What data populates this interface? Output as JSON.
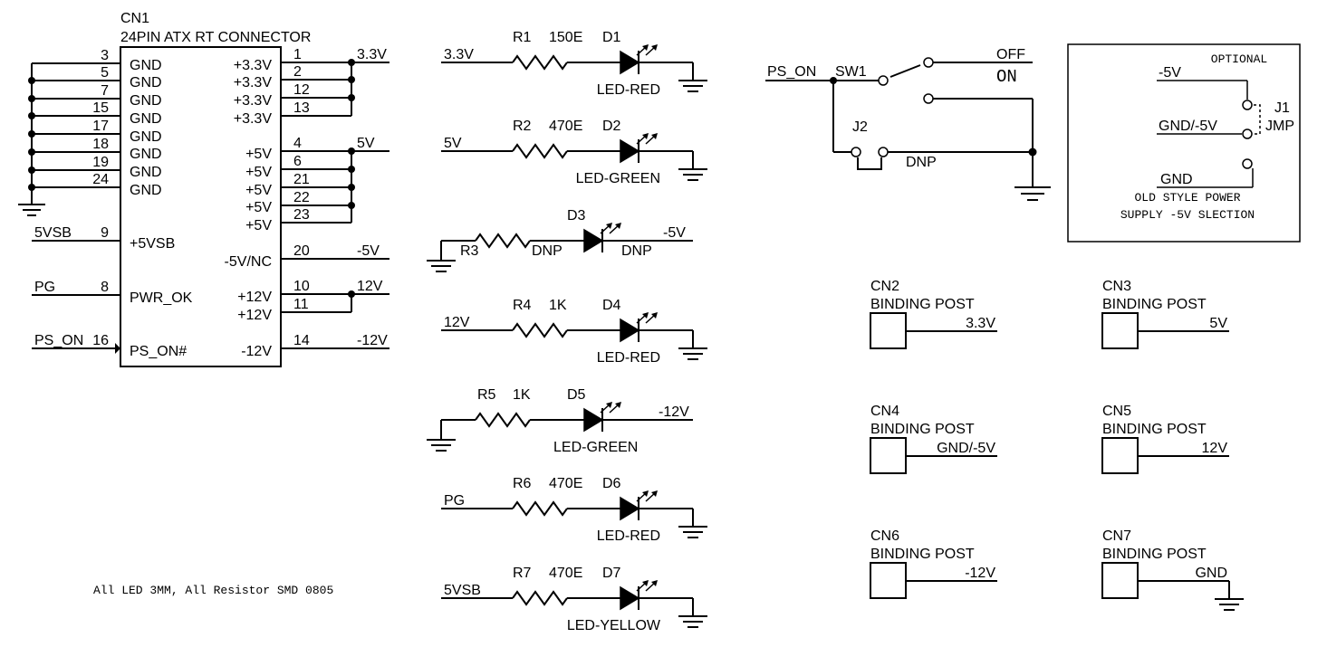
{
  "connector": {
    "refdes": "CN1",
    "name": "24PIN ATX RT CONNECTOR",
    "left_pins": [
      {
        "num": "3",
        "label": "GND"
      },
      {
        "num": "5",
        "label": "GND"
      },
      {
        "num": "7",
        "label": "GND"
      },
      {
        "num": "15",
        "label": "GND"
      },
      {
        "num": "17",
        "label": "GND"
      },
      {
        "num": "18",
        "label": "GND"
      },
      {
        "num": "19",
        "label": "GND"
      },
      {
        "num": "24",
        "label": "GND"
      }
    ],
    "pin_5vsb": {
      "num": "9",
      "label": "+5VSB",
      "net": "5VSB"
    },
    "pin_pg": {
      "num": "8",
      "label": "PWR_OK",
      "net": "PG"
    },
    "pin_pson": {
      "num": "16",
      "label": "PS_ON#",
      "net": "PS_ON"
    },
    "right_pins": [
      {
        "num": "1",
        "label": "+3.3V"
      },
      {
        "num": "2",
        "label": "+3.3V"
      },
      {
        "num": "12",
        "label": "+3.3V"
      },
      {
        "num": "13",
        "label": "+3.3V"
      },
      {
        "num": "4",
        "label": "+5V"
      },
      {
        "num": "6",
        "label": "+5V"
      },
      {
        "num": "21",
        "label": "+5V"
      },
      {
        "num": "22",
        "label": "+5V"
      },
      {
        "num": "23",
        "label": "+5V"
      },
      {
        "num": "20",
        "label": "-5V/NC"
      },
      {
        "num": "10",
        "label": "+12V"
      },
      {
        "num": "11",
        "label": "+12V"
      },
      {
        "num": "14",
        "label": "-12V"
      }
    ],
    "nets": {
      "v33": "3.3V",
      "v5": "5V",
      "vm5": "-5V",
      "v12": "12V",
      "vm12": "-12V"
    }
  },
  "led_circuits": [
    {
      "net": "3.3V",
      "rref": "R1",
      "rval": "150E",
      "dref": "D1",
      "dval": "LED-RED"
    },
    {
      "net": "5V",
      "rref": "R2",
      "rval": "470E",
      "dref": "D2",
      "dval": "LED-GREEN"
    },
    {
      "net": "-5V",
      "rref": "R3",
      "rval": "DNP",
      "dref": "D3",
      "dval": "DNP"
    },
    {
      "net": "12V",
      "rref": "R4",
      "rval": "1K",
      "dref": "D4",
      "dval": "LED-RED"
    },
    {
      "net": "-12V",
      "rref": "R5",
      "rval": "1K",
      "dref": "D5",
      "dval": "LED-GREEN"
    },
    {
      "net": "PG",
      "rref": "R6",
      "rval": "470E",
      "dref": "D6",
      "dval": "LED-RED"
    },
    {
      "net": "5VSB",
      "rref": "R7",
      "rval": "470E",
      "dref": "D7",
      "dval": "LED-YELLOW"
    }
  ],
  "switch": {
    "net": "PS_ON",
    "ref": "SW1",
    "off": "OFF",
    "on": "ON",
    "jumper_ref": "J2",
    "jumper_val": "DNP"
  },
  "optional": {
    "title": "OPTIONAL",
    "nets": [
      "-5V",
      "GND/-5V",
      "GND"
    ],
    "jumper_ref": "J1",
    "jumper_val": "JMP",
    "caption_line1": "OLD STYLE POWER",
    "caption_line2": "SUPPLY -5V SLECTION"
  },
  "binding_posts": [
    {
      "ref": "CN2",
      "name": "BINDING POST",
      "net": "3.3V"
    },
    {
      "ref": "CN3",
      "name": "BINDING POST",
      "net": "5V"
    },
    {
      "ref": "CN4",
      "name": "BINDING POST",
      "net": "GND/-5V"
    },
    {
      "ref": "CN5",
      "name": "BINDING POST",
      "net": "12V"
    },
    {
      "ref": "CN6",
      "name": "BINDING POST",
      "net": "-12V"
    },
    {
      "ref": "CN7",
      "name": "BINDING POST",
      "net": "GND"
    }
  ],
  "note": "All LED 3MM, All Resistor SMD 0805"
}
